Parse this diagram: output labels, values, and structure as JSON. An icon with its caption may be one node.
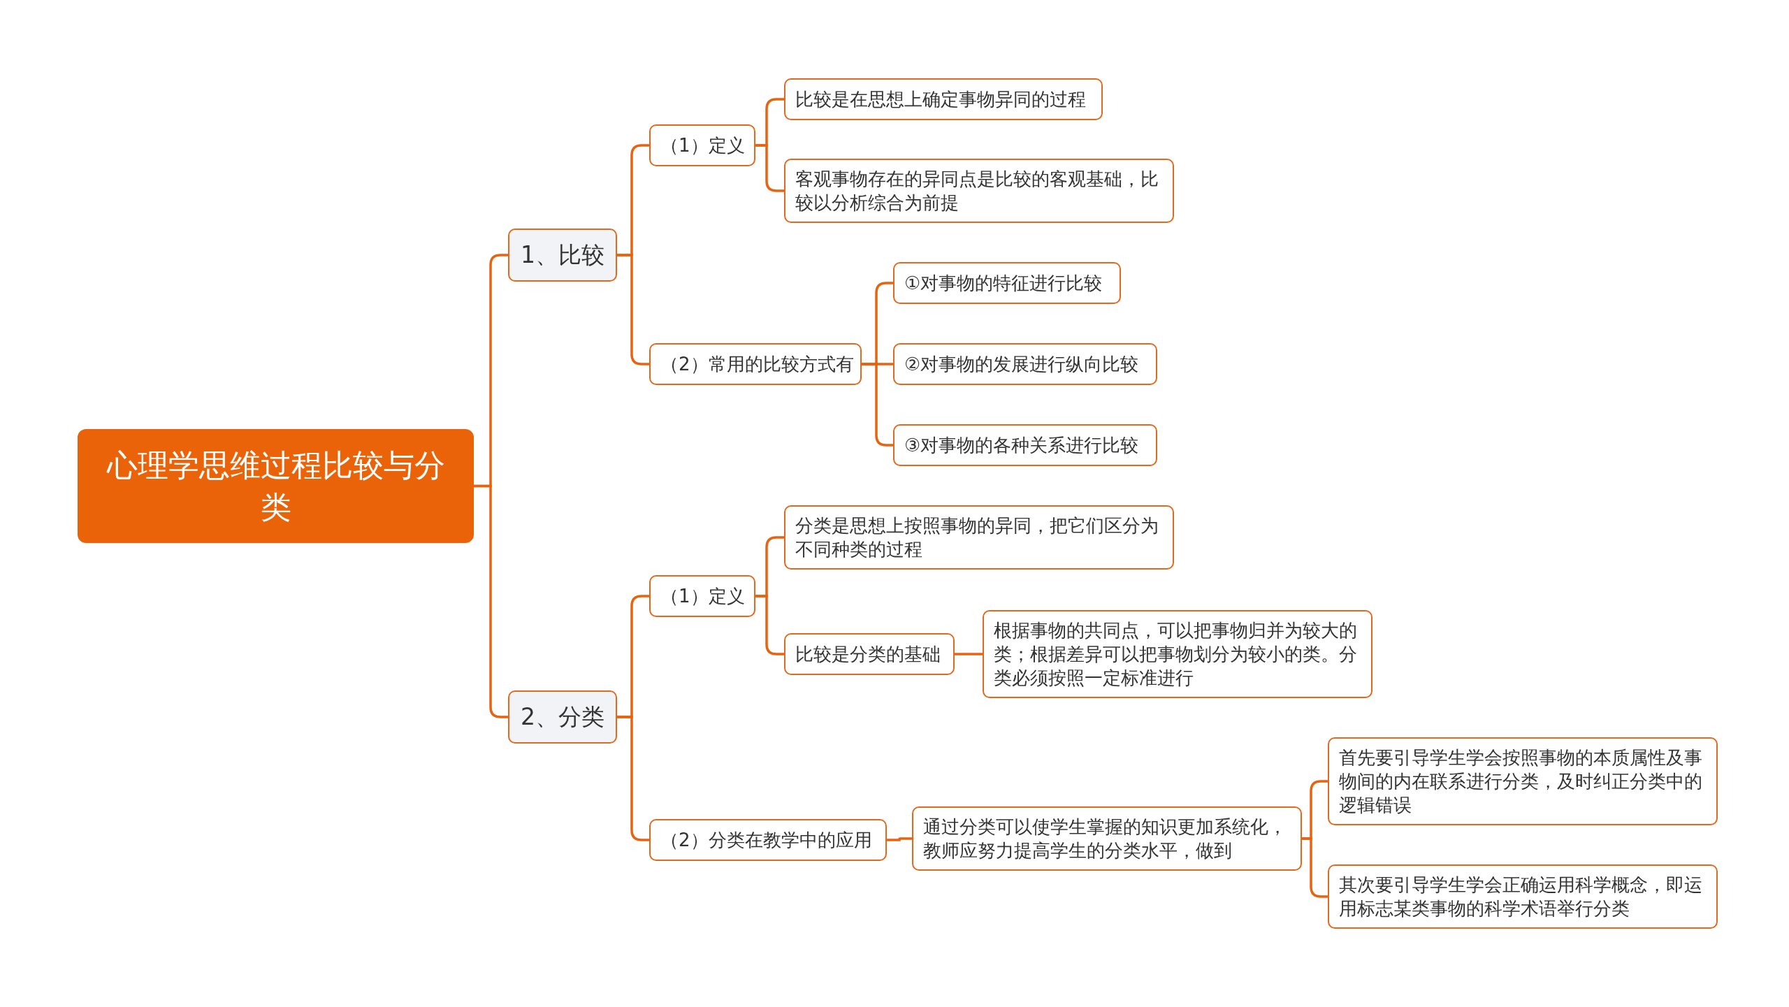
{
  "diagram": {
    "nodes": [
      {
        "text": [
          "心理学思维过程比较与分类"
        ]
      },
      {
        "text": [
          "1、比较"
        ]
      },
      {
        "text": [
          "（1）定义"
        ]
      },
      {
        "text": [
          "比较是在思想上确定事物异同的过程"
        ]
      },
      {
        "text": [
          "客观事物存在的异同点是比较的客观基础，比较以分析综合为前提"
        ]
      },
      {
        "text": [
          "（2）常用的比较方式有"
        ]
      },
      {
        "text": [
          "①对事物的特征进行比较"
        ]
      },
      {
        "text": [
          "②对事物的发展进行纵向比较"
        ]
      },
      {
        "text": [
          "③对事物的各种关系进行比较"
        ]
      },
      {
        "text": [
          "2、分类"
        ]
      },
      {
        "text": [
          "（1）定义"
        ]
      },
      {
        "text": [
          "分类是思想上按照事物的异同，把它们区分为不同种类的过程"
        ]
      },
      {
        "text": [
          "比较是分类的基础"
        ]
      },
      {
        "text": [
          "根据事物的共同点，可以把事物归并为较大的类；根据差异可以把事物划分为较小的类。分类必须按照一定标准进行"
        ]
      },
      {
        "text": [
          "（2）分类在教学中的应用"
        ]
      },
      {
        "text": [
          "通过分类可以使学生掌握的知识更加系统化，教师应努力提高学生的分类水平，做到"
        ]
      },
      {
        "text": [
          "首先要引导学生学会按照事物的本质属性及事物间的内在联系进行分类，及时纠正分类中的逻辑错误"
        ]
      },
      {
        "text": [
          "其次要引导学生学会正确运用科学概念，即运用标志某类事物的科学术语举行分类"
        ]
      }
    ],
    "edges": [
      {
        "from": 0,
        "to": 1,
        "arrow": "none"
      },
      {
        "from": 0,
        "to": 9,
        "arrow": "none"
      },
      {
        "from": 1,
        "to": 2,
        "arrow": "none"
      },
      {
        "from": 1,
        "to": 5,
        "arrow": "none"
      },
      {
        "from": 2,
        "to": 3,
        "arrow": "none"
      },
      {
        "from": 2,
        "to": 4,
        "arrow": "none"
      },
      {
        "from": 5,
        "to": 6,
        "arrow": "none"
      },
      {
        "from": 5,
        "to": 7,
        "arrow": "none"
      },
      {
        "from": 5,
        "to": 8,
        "arrow": "none"
      },
      {
        "from": 9,
        "to": 10,
        "arrow": "none"
      },
      {
        "from": 9,
        "to": 14,
        "arrow": "none"
      },
      {
        "from": 10,
        "to": 11,
        "arrow": "none"
      },
      {
        "from": 10,
        "to": 12,
        "arrow": "none"
      },
      {
        "from": 12,
        "to": 13,
        "arrow": "none"
      },
      {
        "from": 14,
        "to": 15,
        "arrow": "none"
      },
      {
        "from": 15,
        "to": 16,
        "arrow": "none"
      },
      {
        "from": 15,
        "to": 17,
        "arrow": "none"
      }
    ]
  }
}
